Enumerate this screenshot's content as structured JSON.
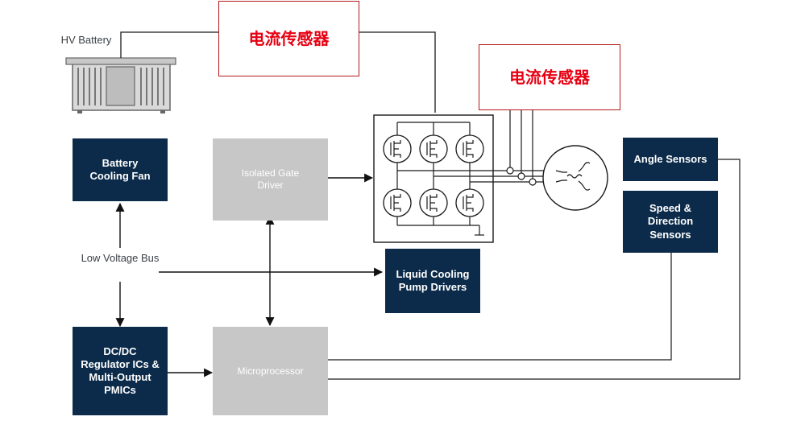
{
  "labels": {
    "hv_battery": "HV Battery",
    "current_sensor_1": "电流传感器",
    "current_sensor_2": "电流传感器",
    "battery_cooling_fan": "Battery Cooling Fan",
    "isolated_gate_driver": "Isolated Gate Driver",
    "low_voltage_bus": "Low Voltage Bus",
    "liquid_cooling": "Liquid Cooling Pump Drivers",
    "dcdc": "DC/DC Regulator ICs & Multi-Output PMICs",
    "microprocessor": "Microprocessor",
    "angle_sensors": "Angle Sensors",
    "speed_sensors": "Speed & Direction Sensors"
  },
  "colors": {
    "navy": "#0c2b4a",
    "gray_box": "#c7c7c7",
    "chinese_text": "#e60012",
    "line": "#1a1a1a"
  }
}
